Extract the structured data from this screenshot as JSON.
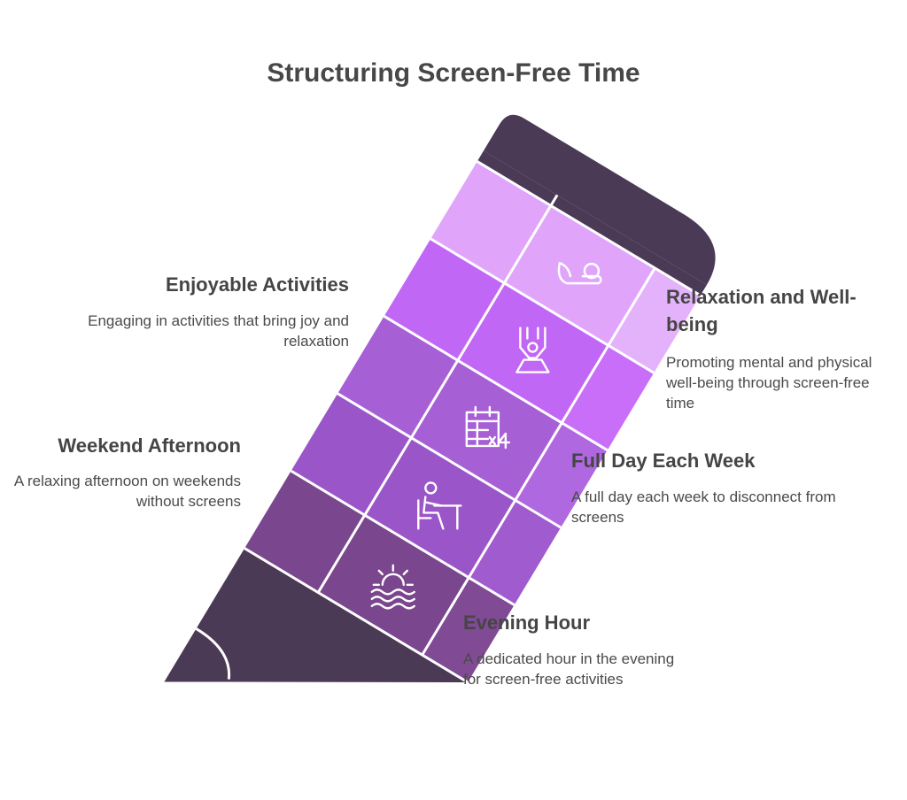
{
  "title": "Structuring Screen-Free Time",
  "colors": {
    "dark": "#4b3a55",
    "tip_light": "#e0a5fa",
    "tip_light_side": "#e4b2fb",
    "bright": "#c167f5",
    "bright_side": "#c96ef8",
    "mid": "#a75fd6",
    "mid_side": "#b068e0",
    "lower": "#9a55c8",
    "lower_side": "#a05bce",
    "base": "#7a468e",
    "base_side": "#804a94"
  },
  "segments": [
    {
      "name": "Relaxation and Well-being",
      "icon": "relaxing-person-icon"
    },
    {
      "name": "Enjoyable Activities",
      "icon": "swing-icon"
    },
    {
      "name": "Full Day Each Week",
      "icon": "calendar-x4-icon"
    },
    {
      "name": "Weekend Afternoon",
      "icon": "person-at-desk-icon"
    },
    {
      "name": "Evening Hour",
      "icon": "sunset-water-icon"
    }
  ],
  "labels": {
    "enjoy": {
      "title": "Enjoyable Activities",
      "desc": "Engaging in activities that bring joy and relaxation"
    },
    "weekend": {
      "title": "Weekend Afternoon",
      "desc": "A relaxing afternoon on weekends without screens"
    },
    "relax": {
      "title": "Relaxation and Well-being",
      "desc": "Promoting mental and physical well-being through screen-free time"
    },
    "fullday": {
      "title": "Full Day Each Week",
      "desc": "A full day each week to disconnect from screens"
    },
    "evening": {
      "title": "Evening Hour",
      "desc": "A dedicated hour in the evening for screen-free activities"
    }
  }
}
